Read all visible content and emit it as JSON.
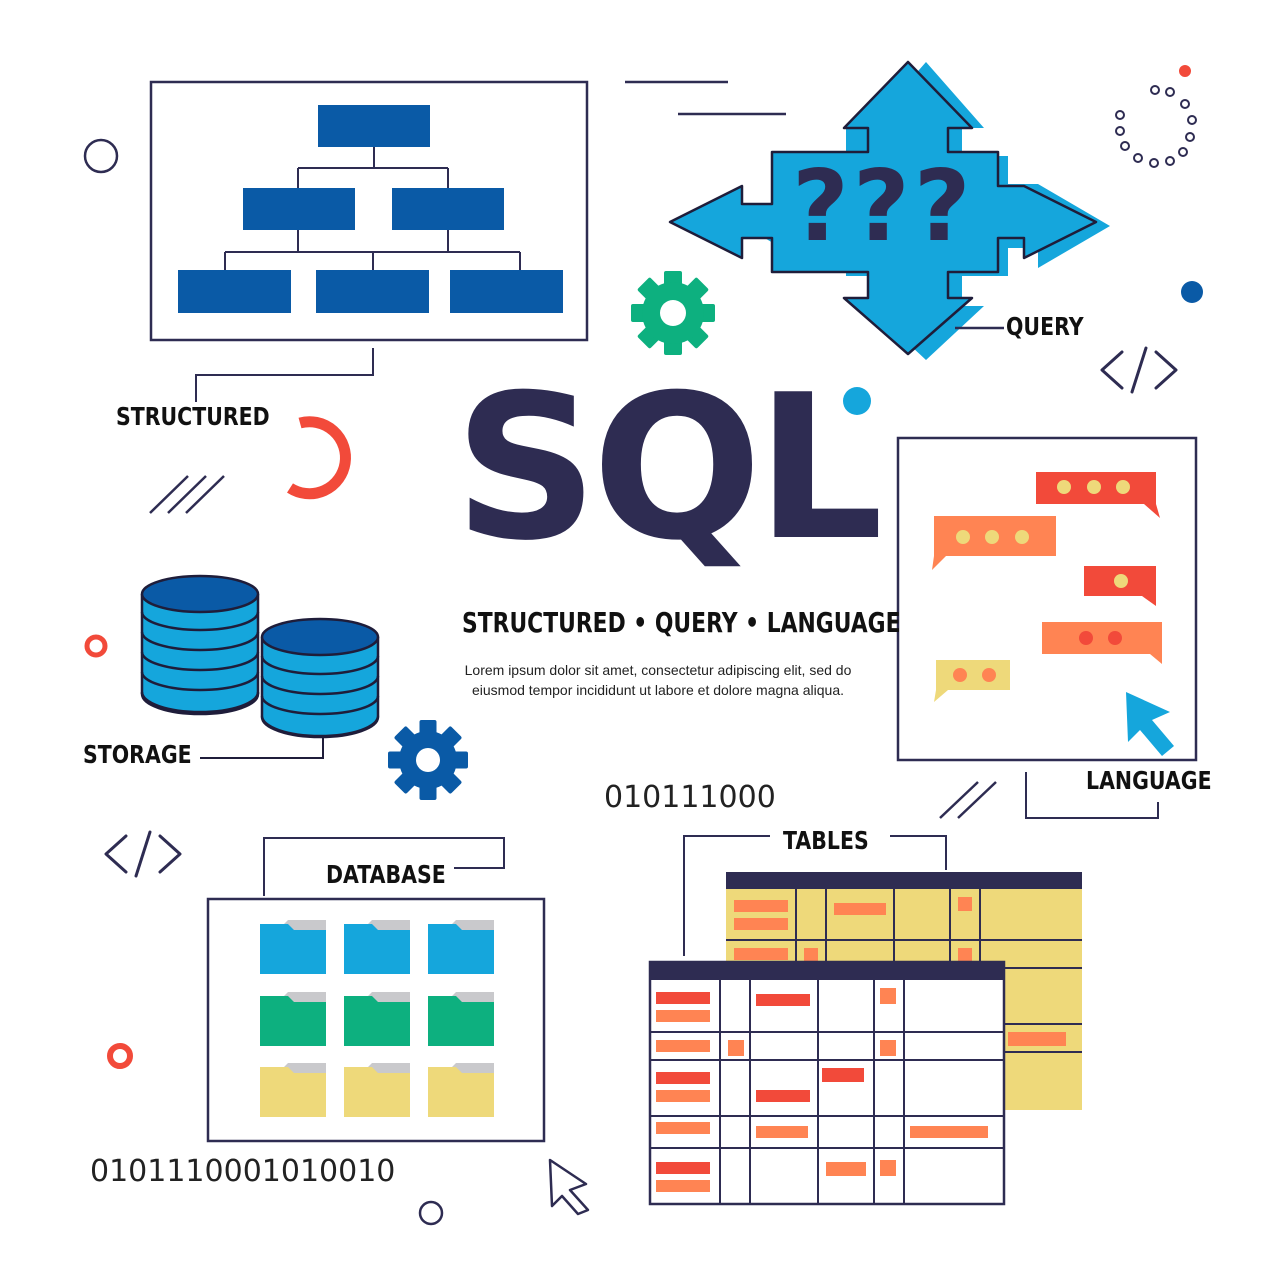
{
  "title": "SQL",
  "subtitle": "STRUCTURED • QUERY • LANGUAGE",
  "description": "Lorem ipsum dolor sit amet, consectetur adipiscing elit, sed do eiusmod tempor incididunt ut labore et dolore magna aliqua.",
  "labels": {
    "structured": "STRUCTURED",
    "query": "QUERY",
    "language": "LANGUAGE",
    "storage": "STORAGE",
    "database": "DATABASE",
    "tables": "TABLES"
  },
  "query_marks": "???",
  "binary": {
    "top": "010111000",
    "bottom": "0101110001010010"
  },
  "colors": {
    "navy": "#2e2c52",
    "blue": "#0a5aa6",
    "cyan": "#15a6dc",
    "green": "#0db07f",
    "red": "#f24a3a",
    "orange": "#ff8453",
    "yellow": "#eed97a",
    "gray_line": "#1f1d3a"
  },
  "icons": [
    "org-chart-icon",
    "four-way-arrow-icon",
    "gear-icon",
    "code-brackets-icon",
    "chat-bubbles-icon",
    "database-stack-icon",
    "folder-icon",
    "table-grid-icon",
    "cursor-icon"
  ]
}
